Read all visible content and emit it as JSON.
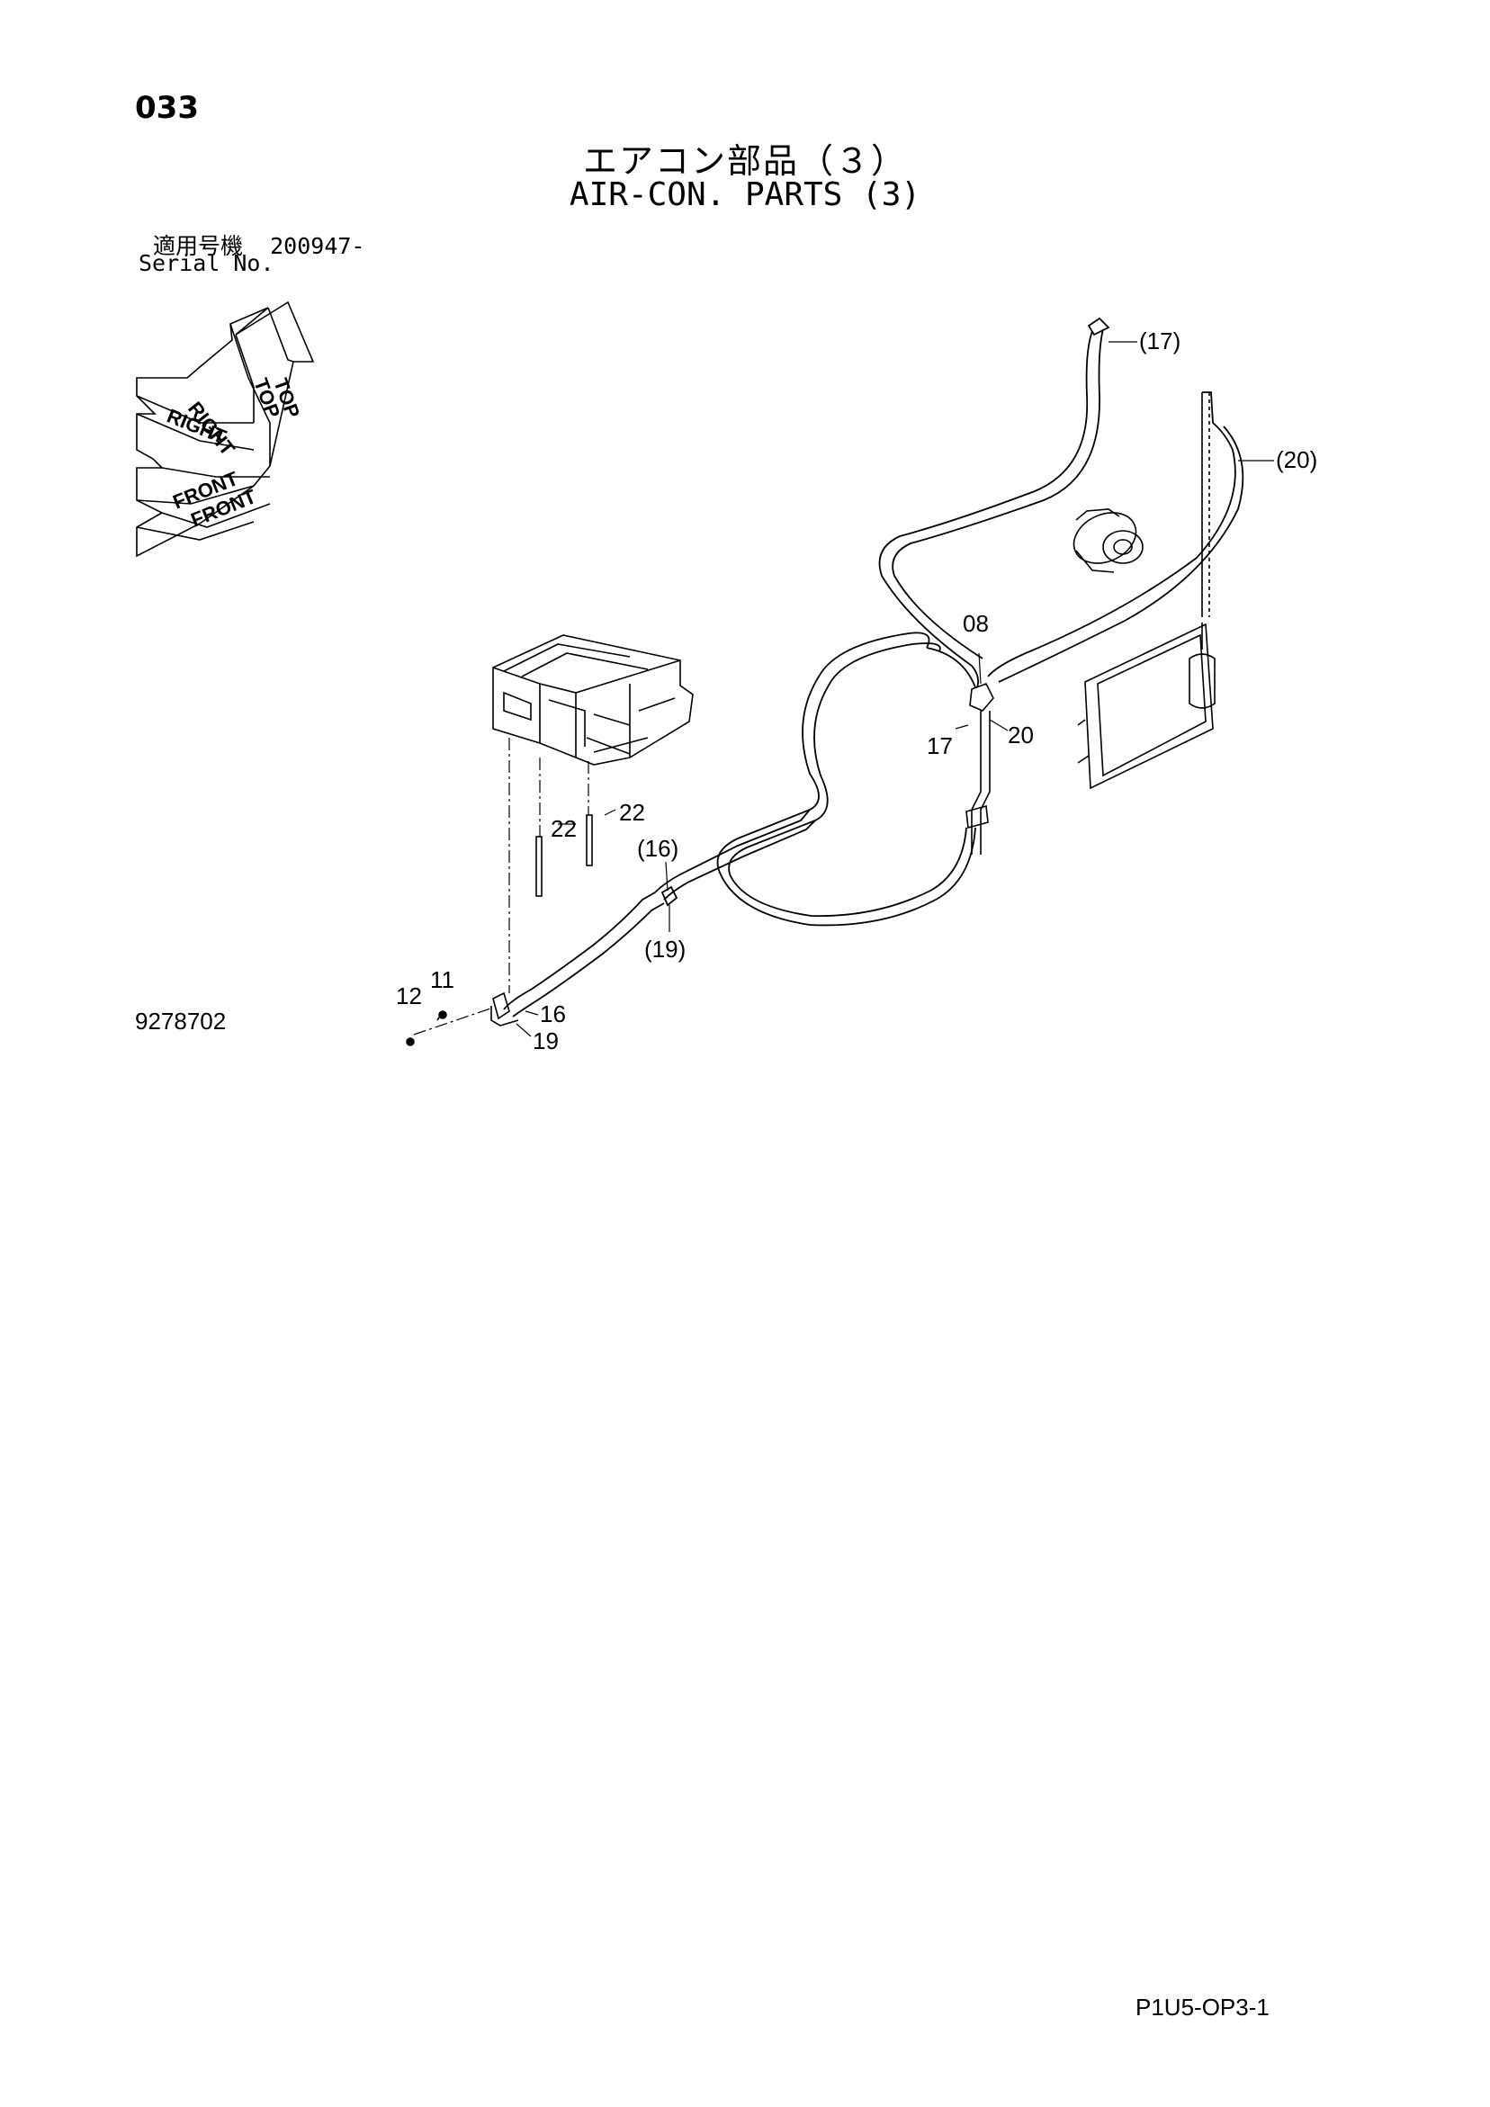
{
  "header": {
    "page_number": "033",
    "title_jp": "エアコン部品（３）",
    "title_en": "AIR-CON. PARTS (3)",
    "serial_label_jp": "適用号機",
    "serial_value": "200947-",
    "serial_label_en": "Serial No."
  },
  "orientation": {
    "top_1": "TOP",
    "top_2": "TOP",
    "right_1": "RIGHT",
    "right_2": "RIGHT",
    "front_1": "FRONT",
    "front_2": "FRONT"
  },
  "callouts": {
    "c17_paren": "(17)",
    "c20_paren": "(20)",
    "c08": "08",
    "c17": "17",
    "c20": "20",
    "c22_a": "22",
    "c22_b": "22",
    "c16_paren": "(16)",
    "c19_paren": "(19)",
    "c11": "11",
    "c12": "12",
    "c16": "16",
    "c19": "19"
  },
  "figure_number": "9278702",
  "footer": {
    "code": "P1U5-OP3-1"
  }
}
